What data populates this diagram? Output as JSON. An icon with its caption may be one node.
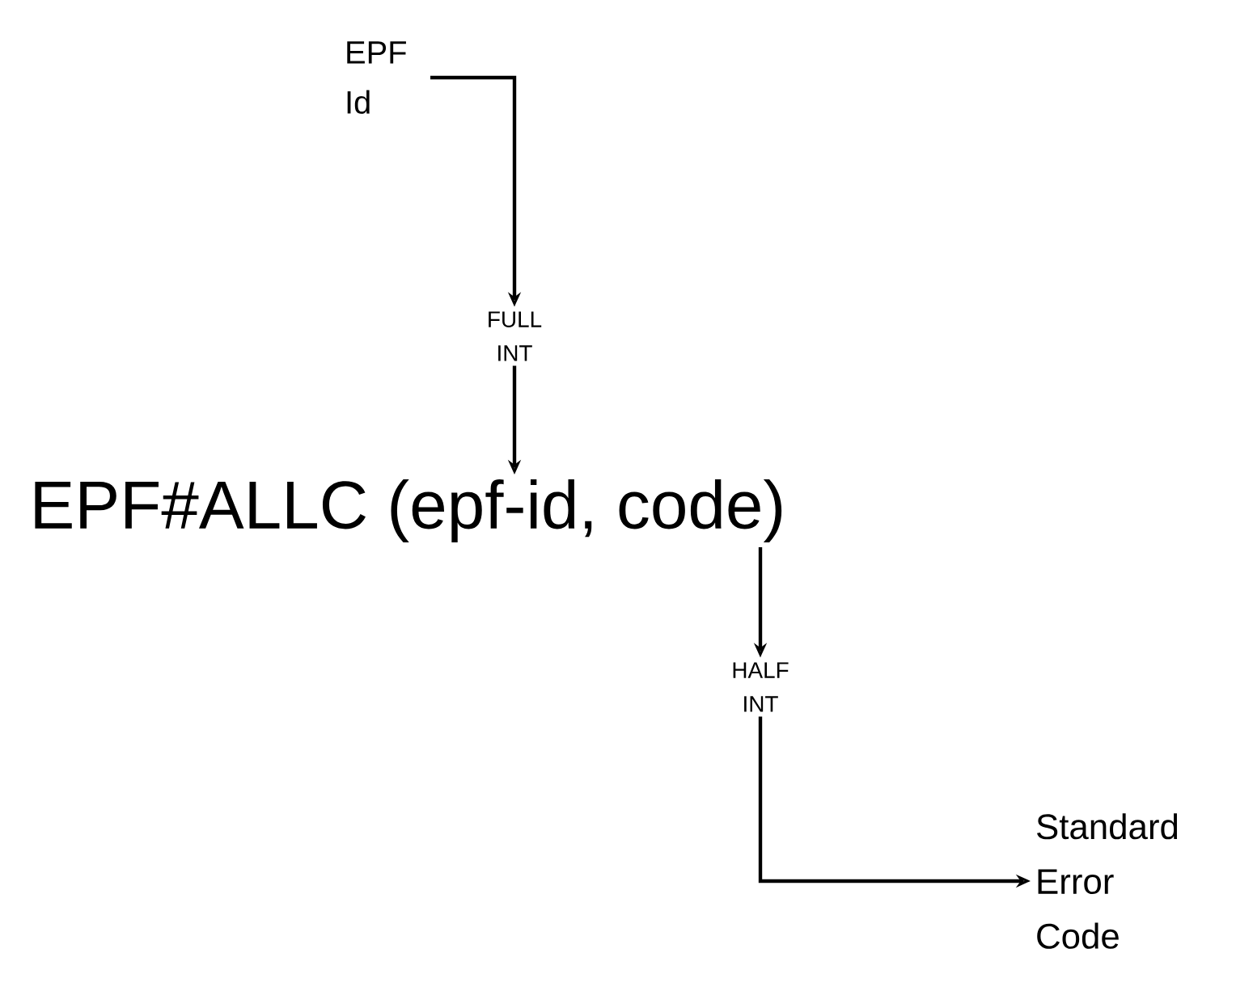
{
  "diagram": {
    "nodes": [
      {
        "text": [
          "EPF Id"
        ]
      },
      {
        "text": [
          "FULL INT"
        ]
      },
      {
        "text": [
          "EPF#ALLC (epf-id, code)"
        ]
      },
      {
        "text": [
          "HALF INT"
        ]
      },
      {
        "text": [
          "Standard Error Code"
        ]
      }
    ],
    "edges": [
      {
        "from": 0,
        "to": 1,
        "arrow": "to"
      },
      {
        "from": 1,
        "to": 2,
        "arrow": "to"
      },
      {
        "from": 2,
        "to": 3,
        "arrow": "to"
      },
      {
        "from": 3,
        "to": 4,
        "arrow": "to"
      }
    ]
  }
}
